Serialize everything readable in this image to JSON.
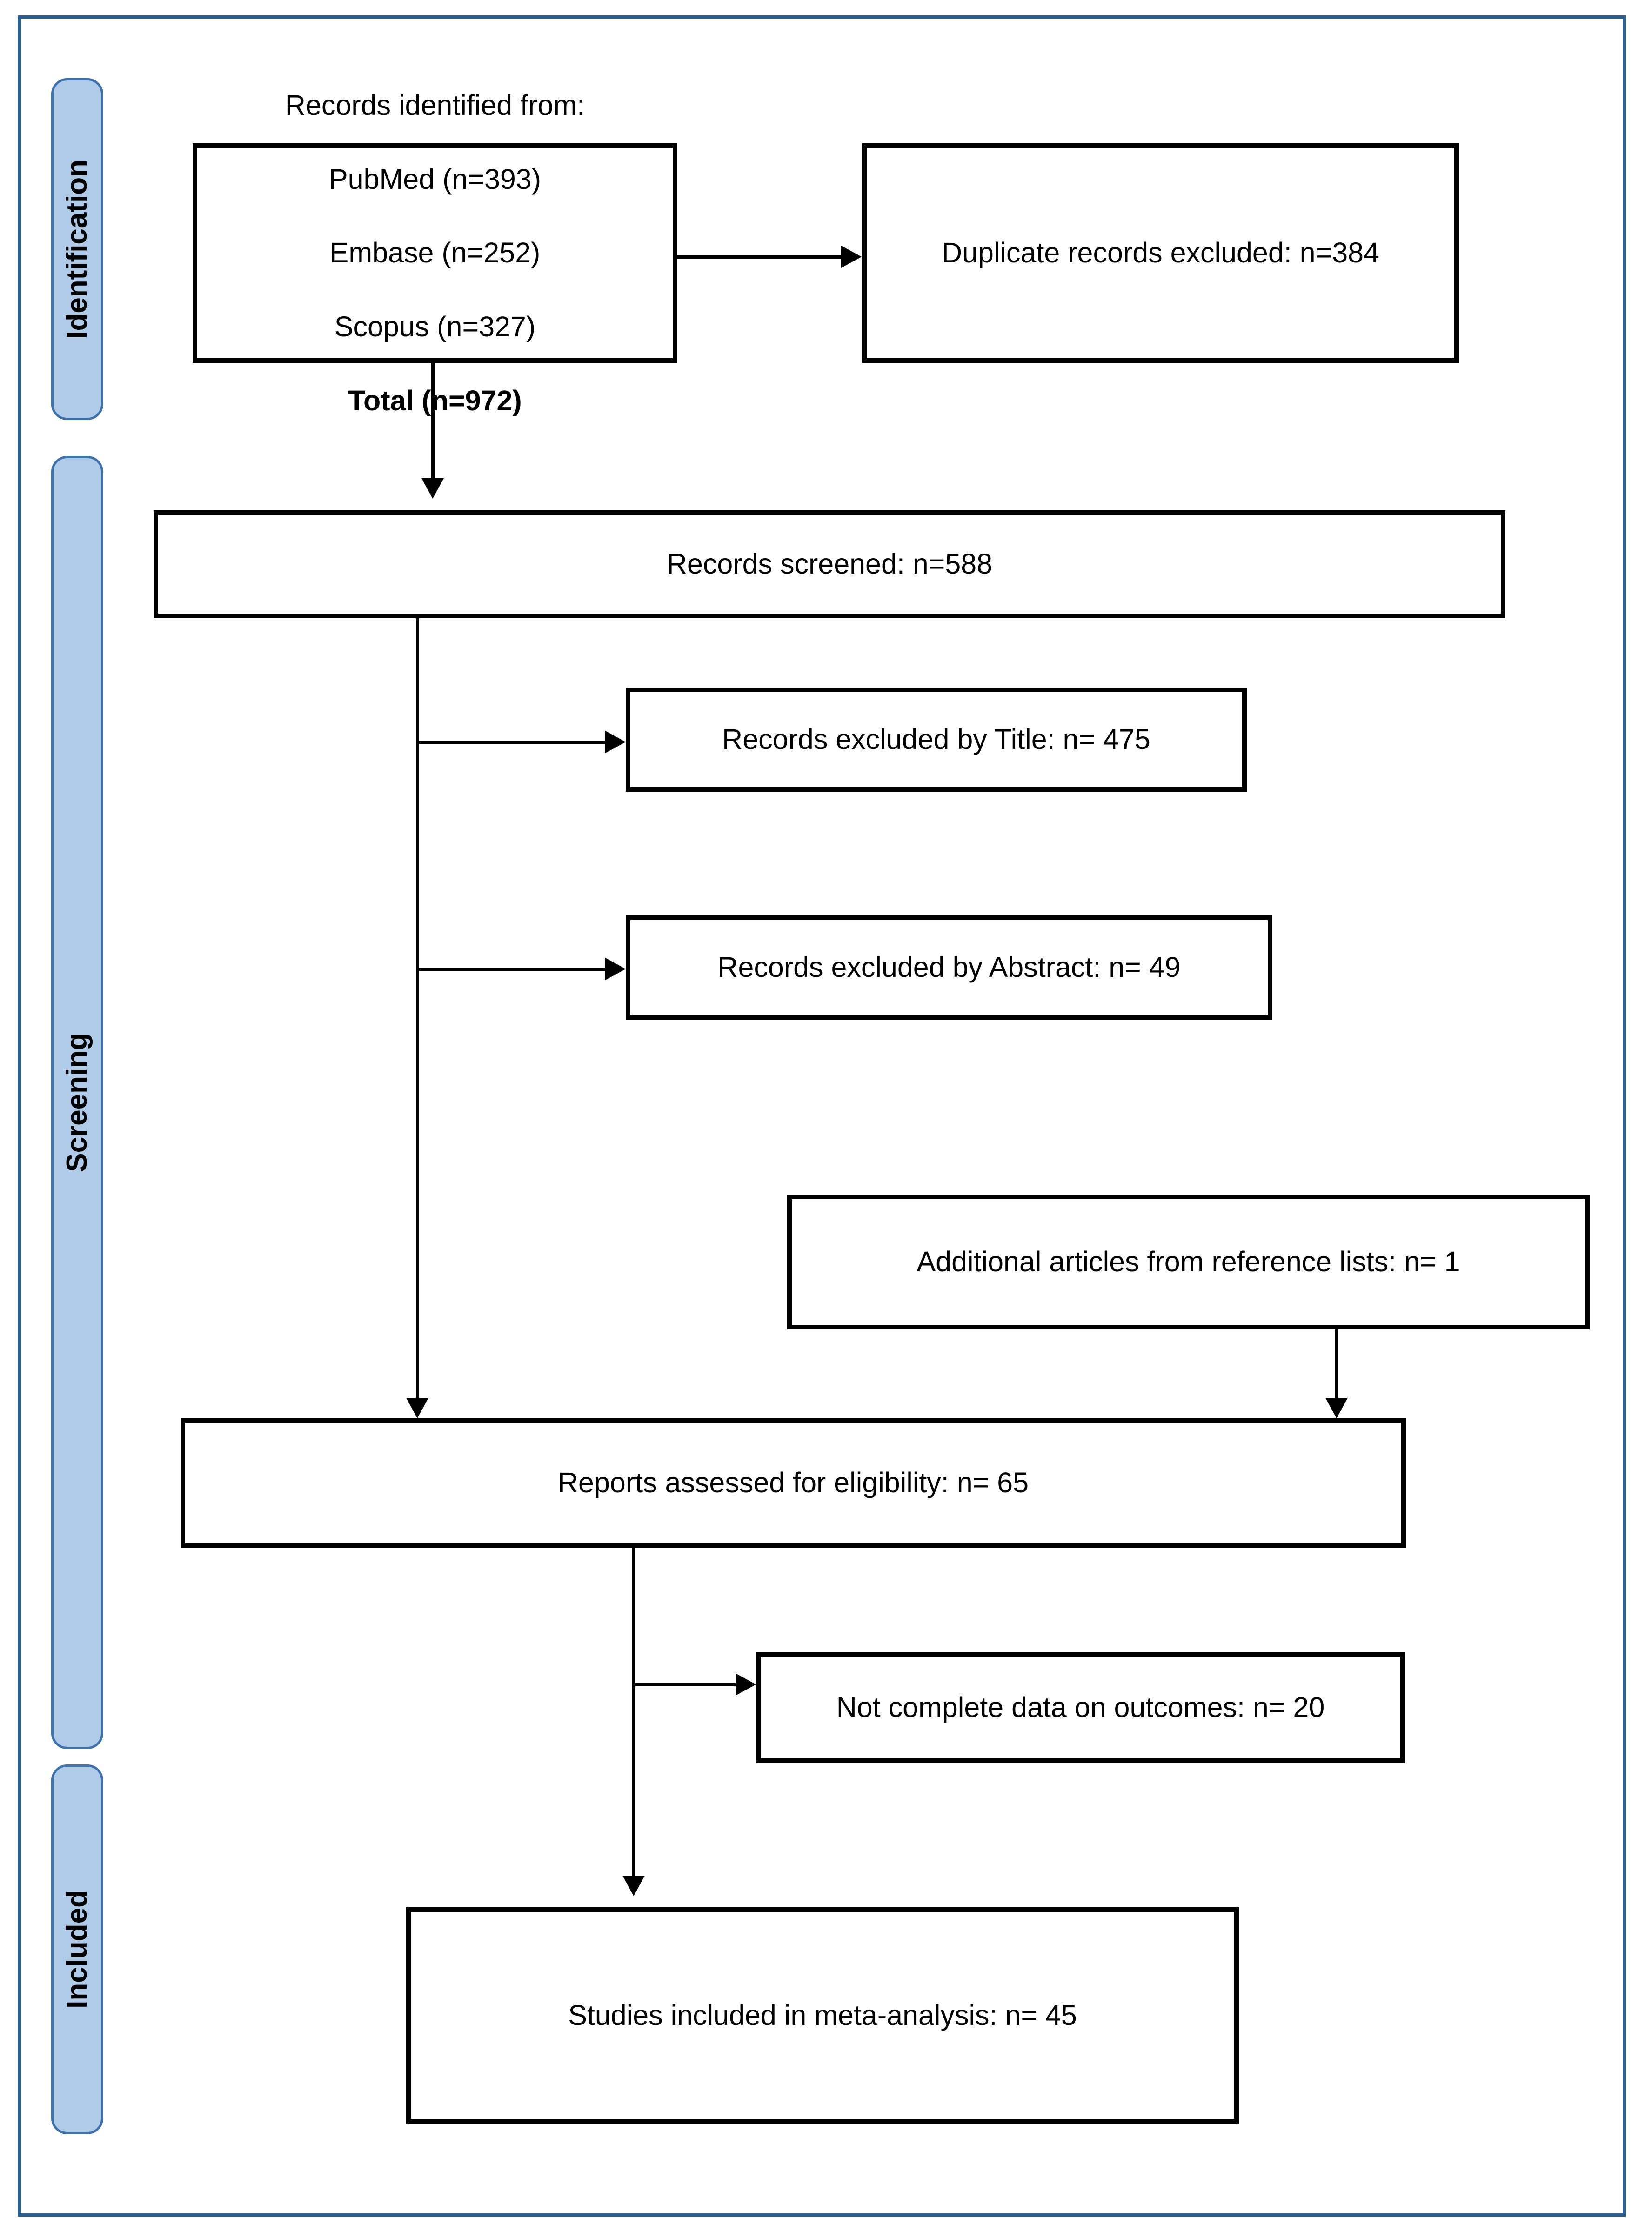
{
  "figure": {
    "type": "prisma-flow-diagram",
    "frame_color": "#2E6096",
    "band_fill_color": "#AFCBE8",
    "band_border_color": "#3E72AA",
    "box_border_color": "#000000"
  },
  "phases": [
    {
      "id": "identification",
      "label": "Identification"
    },
    {
      "id": "screening",
      "label": "Screening"
    },
    {
      "id": "included",
      "label": "Included"
    }
  ],
  "boxes": {
    "records_identified": {
      "lines": [
        "Records identified from:",
        "PubMed (n=393)",
        "Embase (n=252)",
        "Scopus (n=327)"
      ],
      "total_line": "Total (n=972)"
    },
    "duplicates_excluded": {
      "text": "Duplicate records excluded: n=384"
    },
    "records_screened": {
      "text": "Records screened: n=588"
    },
    "excluded_title": {
      "text": "Records excluded by Title: n= 475"
    },
    "excluded_abstract": {
      "text": "Records excluded by Abstract: n= 49"
    },
    "additional_articles": {
      "text": "Additional articles from reference lists: n= 1"
    },
    "reports_assessed": {
      "text": "Reports assessed for eligibility: n= 65"
    },
    "incomplete_data": {
      "text": "Not complete data on outcomes: n= 20"
    },
    "studies_included": {
      "text": "Studies included in meta-analysis: n= 45"
    }
  },
  "chart_data": {
    "type": "diagram",
    "title": "PRISMA flow diagram",
    "nodes": [
      {
        "id": "records_identified",
        "phase": "Identification",
        "label": "Records identified from: PubMed (n=393) Embase (n=252) Scopus (n=327) Total (n=972)",
        "value": 972
      },
      {
        "id": "duplicates_excluded",
        "phase": "Identification",
        "label": "Duplicate records excluded: n=384",
        "value": 384
      },
      {
        "id": "records_screened",
        "phase": "Screening",
        "label": "Records screened: n=588",
        "value": 588
      },
      {
        "id": "excluded_title",
        "phase": "Screening",
        "label": "Records excluded by Title: n= 475",
        "value": 475
      },
      {
        "id": "excluded_abstract",
        "phase": "Screening",
        "label": "Records excluded by Abstract: n= 49",
        "value": 49
      },
      {
        "id": "additional_articles",
        "phase": "Screening",
        "label": "Additional articles from reference lists: n= 1",
        "value": 1
      },
      {
        "id": "reports_assessed",
        "phase": "Screening",
        "label": "Reports assessed for eligibility: n= 65",
        "value": 65
      },
      {
        "id": "incomplete_data",
        "phase": "Included",
        "label": "Not complete data on outcomes: n= 20",
        "value": 20
      },
      {
        "id": "studies_included",
        "phase": "Included",
        "label": "Studies included in meta-analysis: n= 45",
        "value": 45
      }
    ],
    "edges": [
      {
        "from": "records_identified",
        "to": "duplicates_excluded"
      },
      {
        "from": "records_identified",
        "to": "records_screened"
      },
      {
        "from": "records_screened",
        "to": "excluded_title"
      },
      {
        "from": "records_screened",
        "to": "excluded_abstract"
      },
      {
        "from": "records_screened",
        "to": "reports_assessed"
      },
      {
        "from": "additional_articles",
        "to": "reports_assessed"
      },
      {
        "from": "reports_assessed",
        "to": "incomplete_data"
      },
      {
        "from": "reports_assessed",
        "to": "studies_included"
      }
    ]
  }
}
